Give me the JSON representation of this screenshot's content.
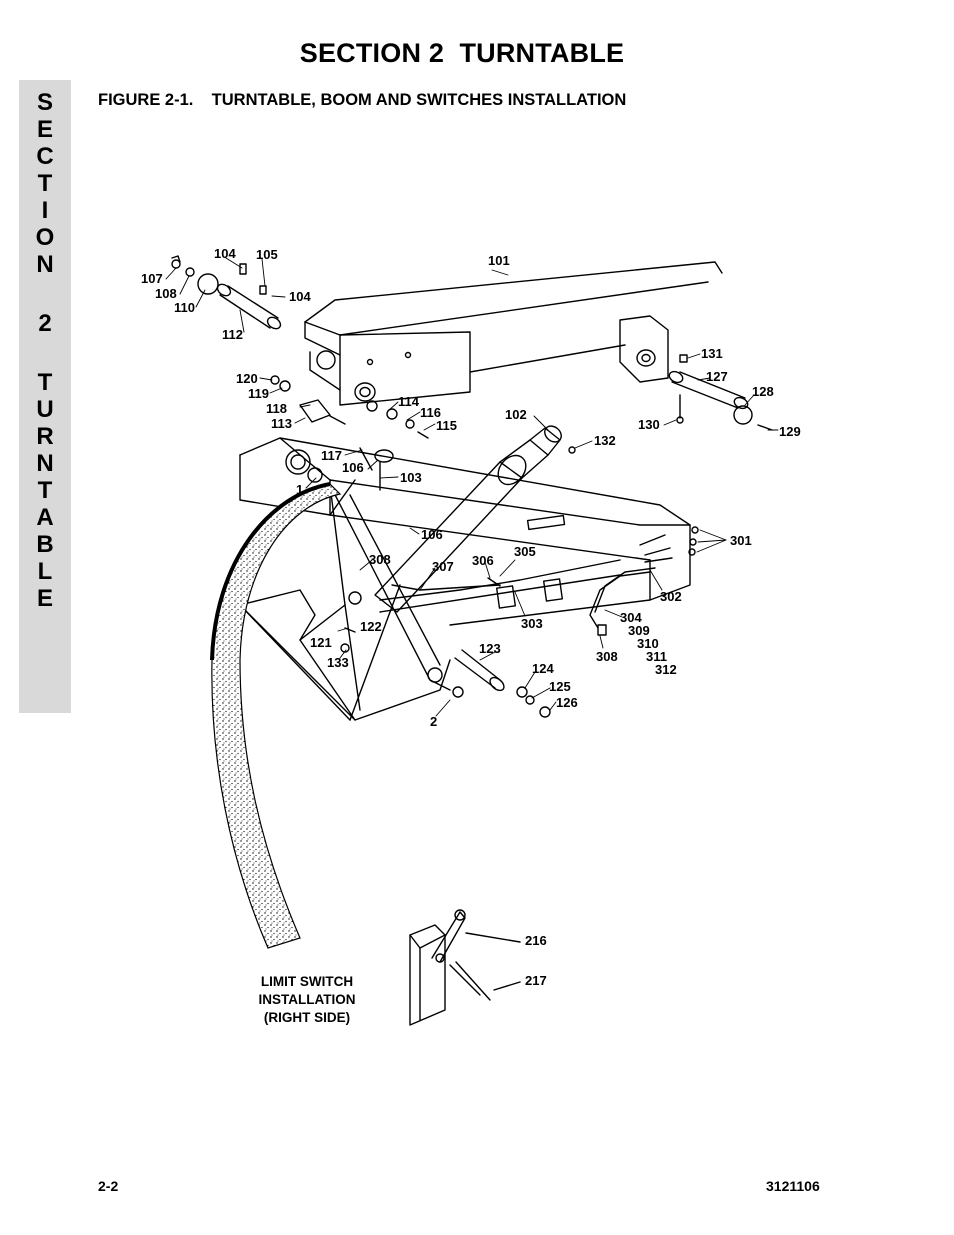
{
  "header": {
    "title": "SECTION 2  TURNTABLE"
  },
  "side_tab": {
    "letters": [
      "S",
      "E",
      "C",
      "T",
      "I",
      "O",
      "N",
      "2",
      "T",
      "U",
      "R",
      "N",
      "T",
      "A",
      "B",
      "L",
      "E"
    ]
  },
  "figure": {
    "title": "FIGURE 2-1.    TURNTABLE, BOOM AND SWITCHES INSTALLATION",
    "callouts": [
      "101",
      "104",
      "105",
      "104",
      "107",
      "108",
      "110",
      "112",
      "120",
      "119",
      "118",
      "113",
      "114",
      "116",
      "115",
      "117",
      "106",
      "103",
      "1",
      "102",
      "132",
      "131",
      "127",
      "128",
      "130",
      "129",
      "106",
      "308",
      "307",
      "306",
      "305",
      "301",
      "302",
      "303",
      "304",
      "309",
      "310",
      "311",
      "312",
      "308",
      "121",
      "122",
      "133",
      "123",
      "124",
      "125",
      "126",
      "2",
      "216",
      "217"
    ],
    "inset_caption": [
      "LIMIT SWITCH",
      "INSTALLATION",
      "(RIGHT SIDE)"
    ]
  },
  "footer": {
    "page_number": "2-2",
    "doc_number": "3121106"
  }
}
